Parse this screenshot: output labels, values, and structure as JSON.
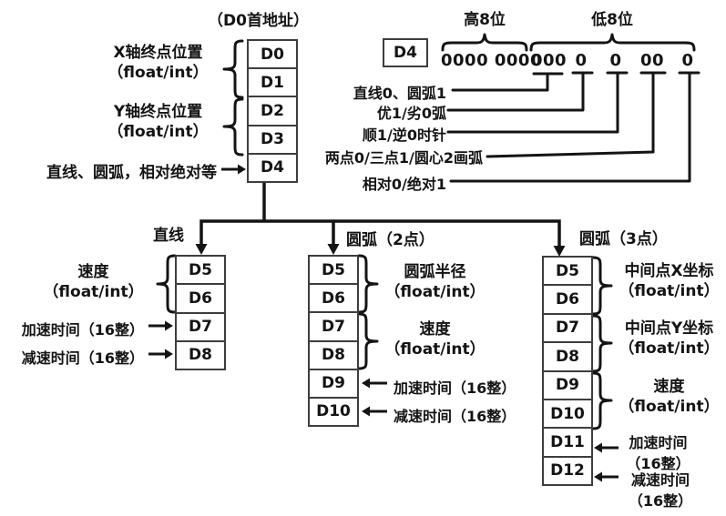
{
  "colors": {
    "ink": "#141414",
    "box_border": "#3d3d3d",
    "background": "#ffffff"
  },
  "top_left": {
    "note": "（D0首地址）",
    "registers": [
      "D0",
      "D1",
      "D2",
      "D3",
      "D4"
    ],
    "label_x_end": {
      "line1": "X轴终点位置",
      "line2": "（float/int）"
    },
    "label_y_end": {
      "line1": "Y轴终点位置",
      "line2": "（float/int）"
    },
    "label_d4": "直线、圆弧，相对绝对等"
  },
  "bitfield": {
    "register": "D4",
    "high_label": "高8位",
    "low_label": "低8位",
    "groups": [
      "0000 0000",
      "000",
      "0",
      "0",
      "00",
      "0"
    ],
    "bit_labels": [
      "直线0、圆弧1",
      "优1/劣0弧",
      "顺1/逆0时针",
      "两点0/三点1/圆心2画弧",
      "相对0/绝对1"
    ]
  },
  "branches": [
    {
      "title": "直线",
      "registers": [
        "D5",
        "D6",
        "D7",
        "D8"
      ],
      "brace_labels": [
        {
          "line1": "速度",
          "line2": "（float/int）"
        }
      ],
      "arrow_labels": [
        "加速时间（16整）",
        "减速时间（16整）"
      ]
    },
    {
      "title": "圆弧（2点）",
      "registers": [
        "D5",
        "D6",
        "D7",
        "D8",
        "D9",
        "D10"
      ],
      "brace_labels": [
        {
          "line1": "圆弧半径",
          "line2": "（float/int）"
        },
        {
          "line1": "速度",
          "line2": "（float/int）"
        }
      ],
      "arrow_labels": [
        "加速时间（16整）",
        "减速时间（16整）"
      ]
    },
    {
      "title": "圆弧（3点）",
      "registers": [
        "D5",
        "D6",
        "D7",
        "D8",
        "D9",
        "D10",
        "D11",
        "D12"
      ],
      "brace_labels": [
        {
          "line1": "中间点X坐标",
          "line2": "（float/int）"
        },
        {
          "line1": "中间点Y坐标",
          "line2": "（float/int）"
        },
        {
          "line1": "速度",
          "line2": "（float/int）"
        }
      ],
      "arrow_labels": [
        {
          "line1": "加速时间",
          "line2": "（16整）"
        },
        {
          "line1": "减速时间",
          "line2": "（16整）"
        }
      ]
    }
  ]
}
